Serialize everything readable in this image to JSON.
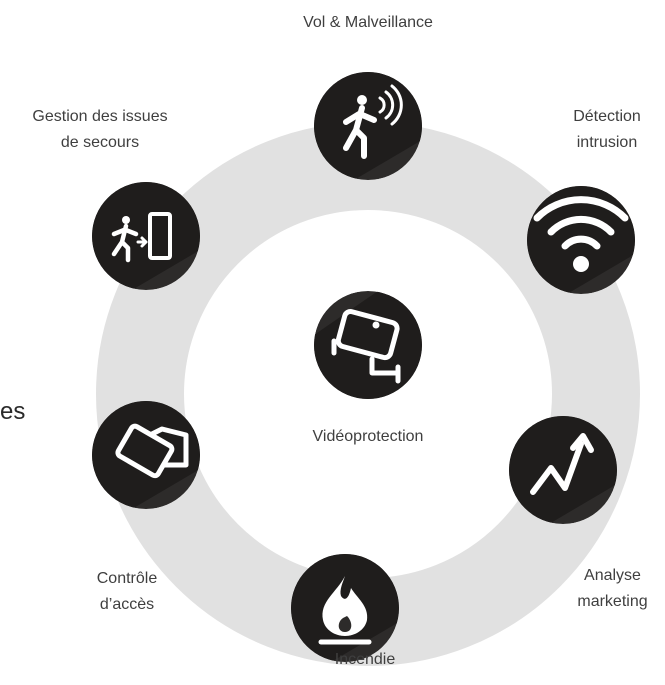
{
  "cut_text": "es",
  "center": {
    "label": "Vidéoprotection",
    "icon": "security-camera-icon"
  },
  "nodes": [
    {
      "id": "vol",
      "lines": [
        "Vol & Malveillance"
      ],
      "icon": "running-person-alarm-icon"
    },
    {
      "id": "intrusion",
      "lines": [
        "Détection",
        "intrusion"
      ],
      "icon": "wifi-signal-icon"
    },
    {
      "id": "marketing",
      "lines": [
        "Analyse",
        "marketing"
      ],
      "icon": "trend-arrow-icon"
    },
    {
      "id": "incendie",
      "lines": [
        "Incendie"
      ],
      "icon": "flame-icon"
    },
    {
      "id": "acces",
      "lines": [
        "Contrôle",
        "d’accès"
      ],
      "icon": "access-card-icon"
    },
    {
      "id": "secours",
      "lines": [
        "Gestion des issues",
        "de secours"
      ],
      "icon": "emergency-exit-icon"
    }
  ],
  "colors": {
    "ring": "#e1e1e1",
    "circle": "#2d2b2a",
    "circle_dark": "#1f1d1c",
    "text": "#3f3f3f",
    "icon": "#ffffff"
  }
}
